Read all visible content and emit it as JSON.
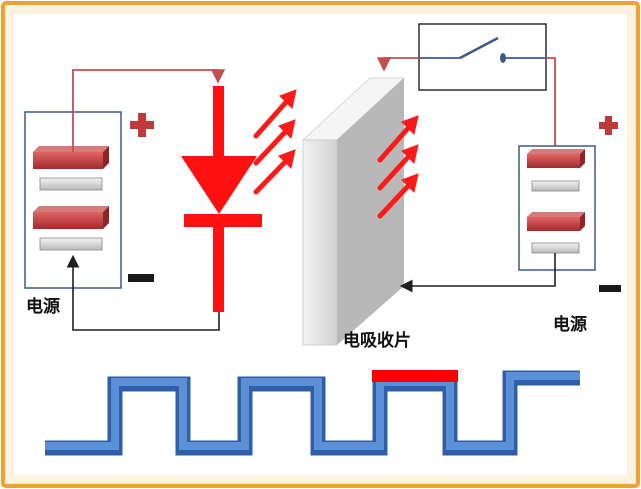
{
  "labels": {
    "left_power": "电源",
    "right_power": "电源",
    "absorber": "电吸收片"
  },
  "symbols": {
    "plus": "+",
    "minus": "−"
  },
  "colors": {
    "frame_outer": "#f0a030",
    "frame_inner": "#fdf2e0",
    "wire": "#c0504d",
    "signal_wire": "#1f1f1f",
    "battery_box": "#3a5a8c",
    "battery_positive": "#c0393b",
    "battery_negative": "#d4d4d4",
    "led": "#ff1010",
    "light_arrow": "#ff1a1a",
    "absorber_front": "#e6e6e6",
    "absorber_side": "#b8b8b8",
    "waveform": "#3f76c3",
    "waveform_highlight": "#ff0000",
    "sign_color": "#c0393b",
    "minus_color": "#1a1a1a"
  },
  "icons": {
    "led": "led-diode-icon",
    "switch": "switch-icon",
    "battery": "battery-icon"
  }
}
